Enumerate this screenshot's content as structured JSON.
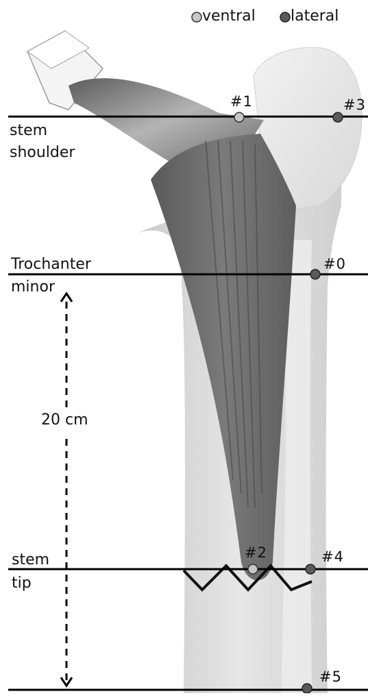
{
  "legend": {
    "ventral_label": "ventral",
    "lateral_label": "lateral",
    "ventral_color": "#c8c8c8",
    "lateral_color": "#5a5a5a"
  },
  "levels": {
    "stem_shoulder": [
      "stem",
      "shoulder"
    ],
    "trochanter_minor": [
      "Trochanter",
      "minor"
    ],
    "stem_tip": [
      "stem",
      "tip"
    ]
  },
  "measurement": {
    "label": "20 cm"
  },
  "points": {
    "p1": "#1",
    "p2": "#2",
    "p3": "#3",
    "p0": "#0",
    "p4": "#4",
    "p5": "#5"
  }
}
